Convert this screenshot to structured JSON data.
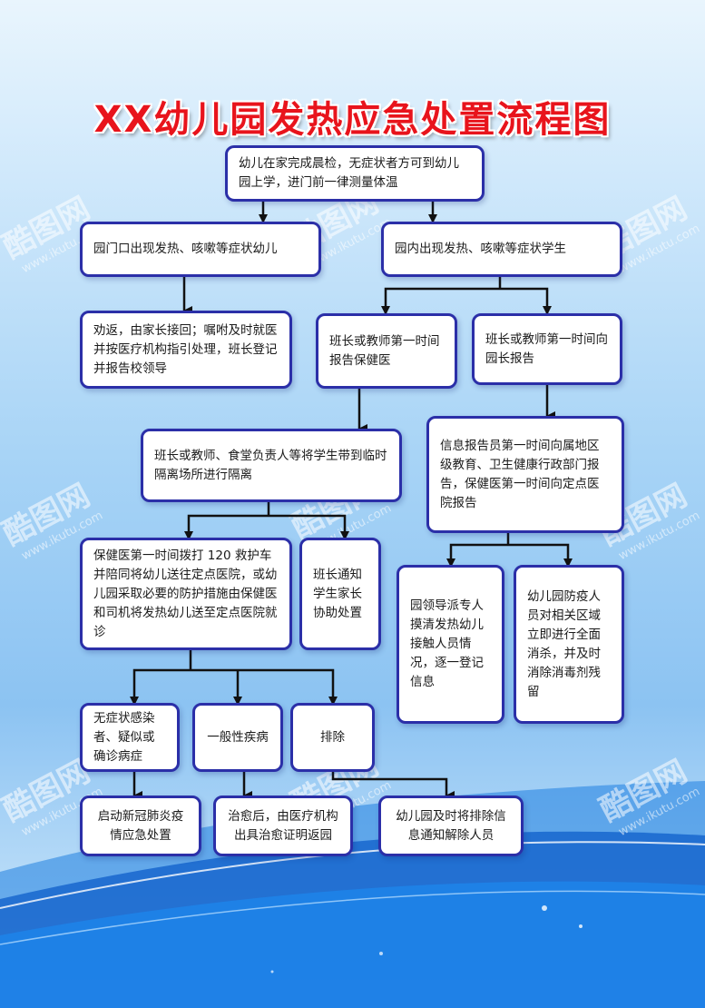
{
  "title": "XX幼儿园发热应急处置流程图",
  "nodes": {
    "n1": "幼儿在家完成晨检，无症状者方可到幼儿园上学，进门前一律测量体温",
    "n2": "园门口出现发热、咳嗽等症状幼儿",
    "n3": "园内出现发热、咳嗽等症状学生",
    "n4": "劝返，由家长接回；嘱咐及时就医并按医疗机构指引处理，班长登记并报告校领导",
    "n5": "班长或教师第一时间报告保健医",
    "n6": "班长或教师第一时间向园长报告",
    "n7": "班长或教师、食堂负责人等将学生带到临时隔离场所进行隔离",
    "n8": "信息报告员第一时间向属地区级教育、卫生健康行政部门报告，保健医第一时间向定点医院报告",
    "n9": "保健医第一时间拨打 120 救护车并陪同将幼儿送往定点医院，或幼儿园采取必要的防护措施由保健医和司机将发热幼儿送至定点医院就诊",
    "n10": "班长通知学生家长协助处置",
    "n11": "园领导派专人摸清发热幼儿接触人员情况，逐一登记信息",
    "n12": "幼儿园防疫人员对相关区域立即进行全面消杀，并及时消除消毒剂残留",
    "n13": "无症状感染者、疑似或确诊病症",
    "n14": "一般性疾病",
    "n15": "排除",
    "n16": "启动新冠肺炎疫情应急处置",
    "n17": "治愈后，由医疗机构出具治愈证明返园",
    "n18": "幼儿园及时将排除信息通知解除人员"
  },
  "watermark": {
    "brand": "酷图网",
    "url": "www.ikutu.com"
  },
  "colors": {
    "title": "#e8141c",
    "box_border": "#2b2fa8",
    "arrow": "#111111"
  }
}
